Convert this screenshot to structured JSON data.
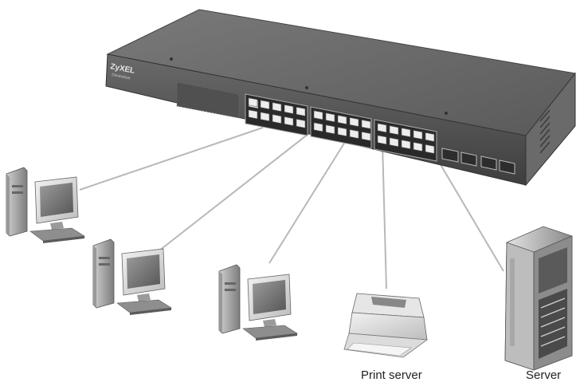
{
  "switch": {
    "brand": "ZyXEL",
    "model_line": "Dimension"
  },
  "devices": {
    "print_server_label": "Print server",
    "server_label": "Server"
  },
  "icons": [
    "switch-icon",
    "desktop-computer-icon",
    "printer-icon",
    "server-tower-icon"
  ],
  "colors": {
    "switch_body": "#5e5e5e",
    "cable": "#b8b8b8",
    "background": "#ffffff"
  }
}
